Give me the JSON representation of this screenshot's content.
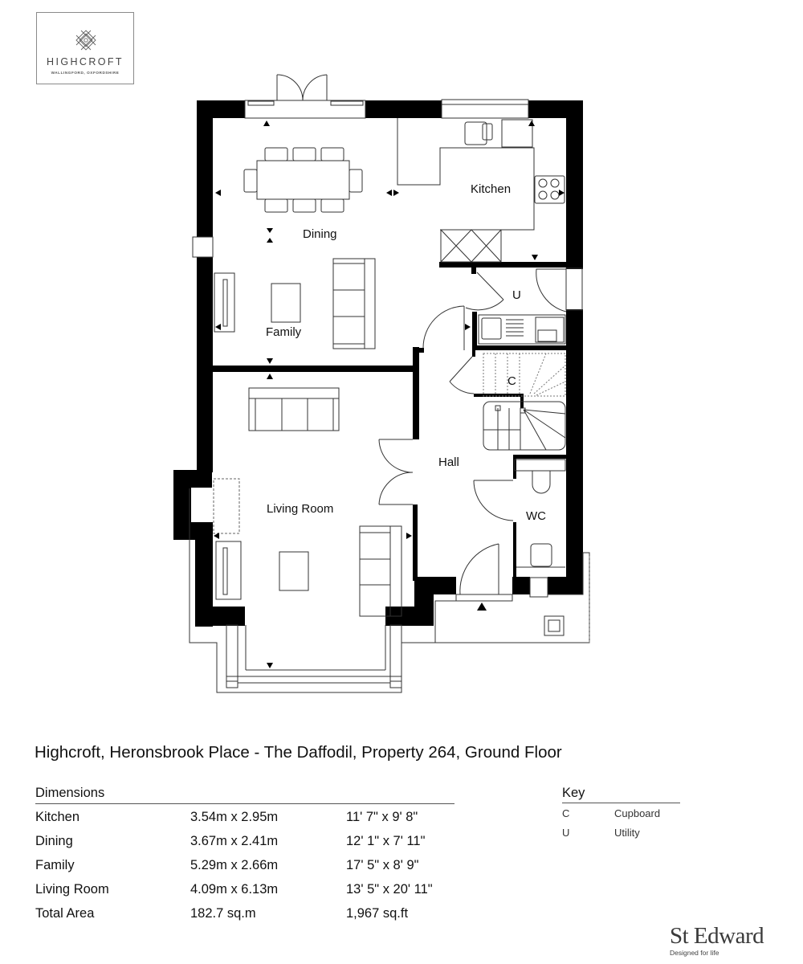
{
  "logo": {
    "icon": "lattice-diamond-icon",
    "name": "HIGHCROFT",
    "subtitle": "WALLINGFORD, OXFORDSHIRE"
  },
  "plan": {
    "rooms": [
      {
        "id": "kitchen",
        "label": "Kitchen"
      },
      {
        "id": "dining",
        "label": "Dining"
      },
      {
        "id": "family",
        "label": "Family"
      },
      {
        "id": "utility",
        "label": "U"
      },
      {
        "id": "cupboard",
        "label": "C"
      },
      {
        "id": "hall",
        "label": "Hall"
      },
      {
        "id": "living",
        "label": "Living Room"
      },
      {
        "id": "wc",
        "label": "WC"
      }
    ],
    "colors": {
      "wall": "#000000",
      "line": "#333333",
      "dashed": "#666666"
    }
  },
  "title": "Highcroft, Heronsbrook Place - The Daffodil, Property 264, Ground Floor",
  "dimensions": {
    "heading": "Dimensions",
    "rows": [
      {
        "room": "Kitchen",
        "metric": "3.54m x 2.95m",
        "imperial": "11' 7\" x 9' 8\""
      },
      {
        "room": "Dining",
        "metric": "3.67m x 2.41m",
        "imperial": "12' 1\" x 7' 11\""
      },
      {
        "room": "Family",
        "metric": "5.29m x 2.66m",
        "imperial": "17' 5\" x 8' 9\""
      },
      {
        "room": "Living Room",
        "metric": "4.09m x 6.13m",
        "imperial": "13' 5\" x 20' 11\""
      },
      {
        "room": "Total Area",
        "metric": "182.7 sq.m",
        "imperial": "1,967 sq.ft"
      }
    ]
  },
  "key": {
    "heading": "Key",
    "items": [
      {
        "code": "C",
        "meaning": "Cupboard"
      },
      {
        "code": "U",
        "meaning": "Utility"
      }
    ]
  },
  "brand": {
    "name": "St Edward",
    "tagline": "Designed for life"
  }
}
